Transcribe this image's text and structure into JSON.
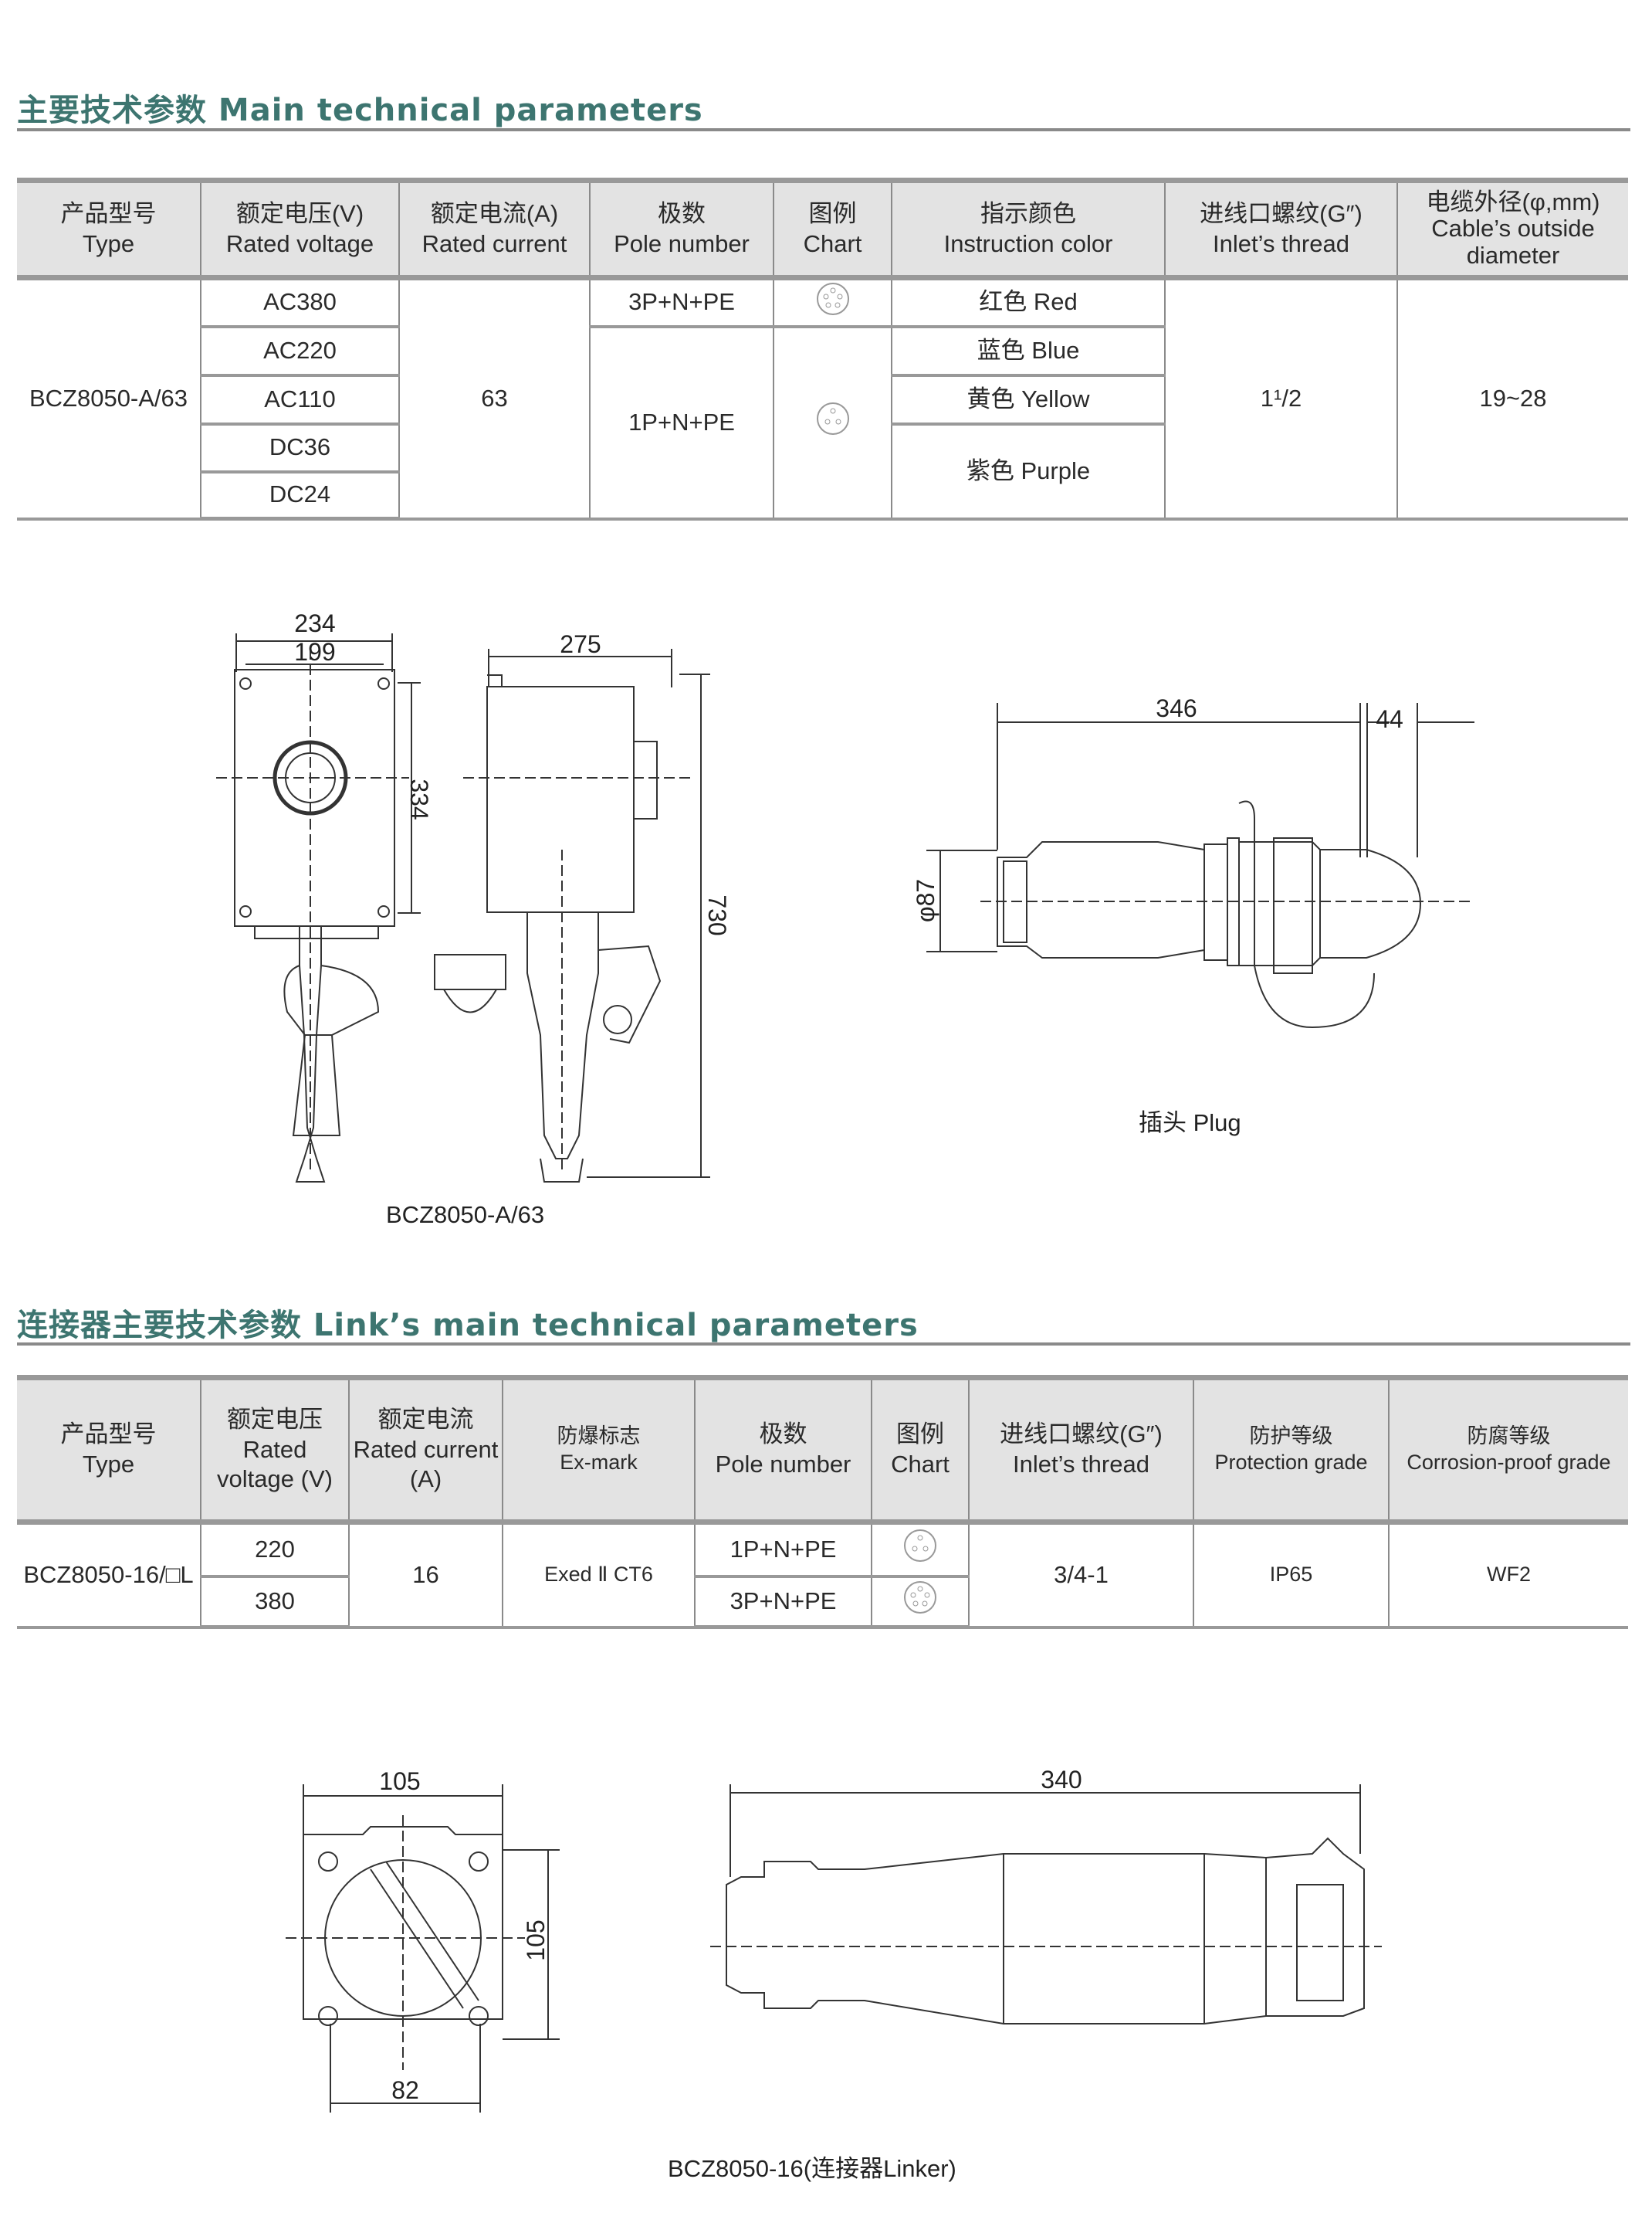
{
  "section1": {
    "title": "主要技术参数 Main technical parameters",
    "headers": [
      {
        "cn": "产品型号",
        "en": "Type"
      },
      {
        "cn": "额定电压(V)",
        "en": "Rated voltage"
      },
      {
        "cn": "额定电流(A)",
        "en": "Rated current"
      },
      {
        "cn": "极数",
        "en": "Pole number"
      },
      {
        "cn": "图例",
        "en": "Chart"
      },
      {
        "cn": "指示颜色",
        "en": "Instruction color"
      },
      {
        "cn": "进线口螺纹(G″)",
        "en": "Inlet’s thread"
      },
      {
        "cn": "电缆外径(φ,mm)",
        "en": "Cable’s outside diameter"
      }
    ],
    "type": "BCZ8050-A/63",
    "voltages": [
      "AC380",
      "AC220",
      "AC110",
      "DC36",
      "DC24"
    ],
    "current": "63",
    "poles": [
      "3P+N+PE",
      "1P+N+PE"
    ],
    "colors": [
      "红色 Red",
      "蓝色 Blue",
      "黄色 Yellow",
      "紫色 Purple"
    ],
    "thread": "1¹/2",
    "diameter": "19~28"
  },
  "drawing1": {
    "dims": {
      "w234": "234",
      "w199": "199",
      "h334": "334",
      "w275": "275",
      "h730": "730",
      "w346": "346",
      "w44": "44",
      "d87": "φ87"
    },
    "caption_main": "BCZ8050-A/63",
    "caption_plug": "插头 Plug"
  },
  "section2": {
    "title": "连接器主要技术参数 Link’s main technical parameters",
    "headers": [
      {
        "cn": "产品型号",
        "en": "Type"
      },
      {
        "cn": "额定电压",
        "en": "Rated voltage (V)"
      },
      {
        "cn": "额定电流",
        "en": "Rated current (A)"
      },
      {
        "cn": "防爆标志",
        "en": "Ex-mark"
      },
      {
        "cn": "极数",
        "en": "Pole number"
      },
      {
        "cn": "图例",
        "en": "Chart"
      },
      {
        "cn": "进线口螺纹(G″)",
        "en": "Inlet’s thread"
      },
      {
        "cn": "防护等级",
        "en": "Protection grade"
      },
      {
        "cn": "防腐等级",
        "en": "Corrosion-proof grade"
      }
    ],
    "type": "BCZ8050-16/□L",
    "voltages": [
      "220",
      "380"
    ],
    "current": "16",
    "exmark": "Exed Ⅱ CT6",
    "poles": [
      "1P+N+PE",
      "3P+N+PE"
    ],
    "thread": "3/4-1",
    "protection": "IP65",
    "corrosion": "WF2"
  },
  "drawing2": {
    "dims": {
      "w105": "105",
      "h105": "105",
      "w82": "82",
      "w340": "340"
    },
    "caption": "BCZ8050-16(连接器Linker)"
  }
}
